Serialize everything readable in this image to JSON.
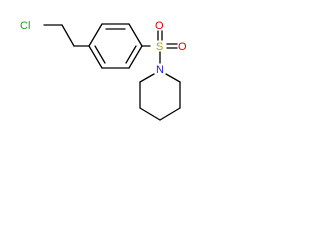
{
  "molecule": {
    "atoms": [
      {
        "id": "Cl",
        "label": "Cl",
        "color": "#1a9e1a"
      },
      {
        "id": "S",
        "label": "S",
        "color": "#b8a200"
      },
      {
        "id": "O_top",
        "label": "O",
        "color": "#e00000"
      },
      {
        "id": "O_bottom",
        "label": "O",
        "color": "#e00000"
      },
      {
        "id": "N",
        "label": "N",
        "color": "#2020e0"
      }
    ]
  }
}
